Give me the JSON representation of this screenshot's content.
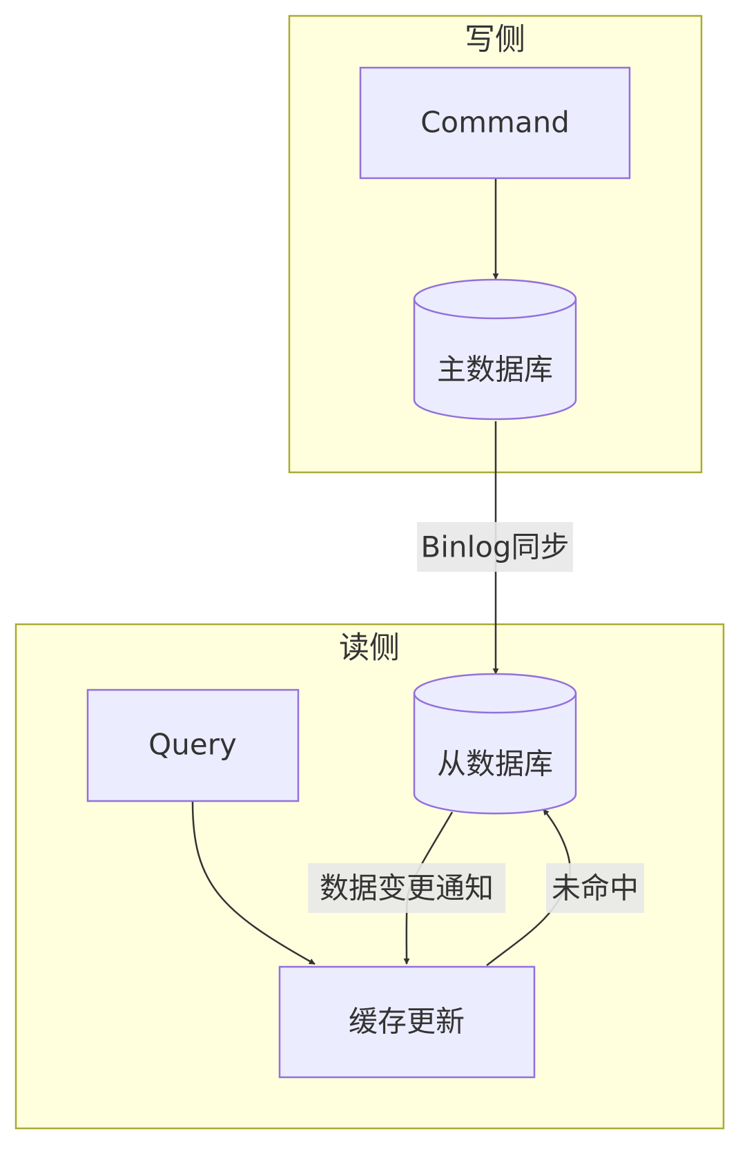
{
  "clusters": {
    "write": {
      "title": "写侧"
    },
    "read": {
      "title": "读侧"
    }
  },
  "nodes": {
    "command": {
      "label": "Command",
      "shape": "rect"
    },
    "master_db": {
      "label": "主数据库",
      "shape": "cylinder"
    },
    "query": {
      "label": "Query",
      "shape": "rect"
    },
    "slave_db": {
      "label": "从数据库",
      "shape": "cylinder"
    },
    "cache_update": {
      "label": "缓存更新",
      "shape": "rect"
    }
  },
  "edges": [
    {
      "from": "command",
      "to": "master_db",
      "label": ""
    },
    {
      "from": "master_db",
      "to": "slave_db",
      "label": "Binlog同步"
    },
    {
      "from": "query",
      "to": "cache_update",
      "label": ""
    },
    {
      "from": "slave_db",
      "to": "cache_update",
      "label": "数据变更通知"
    },
    {
      "from": "cache_update",
      "to": "slave_db",
      "label": "未命中"
    }
  ],
  "colors": {
    "cluster_fill": "#ffffde",
    "cluster_stroke": "#aaaa33",
    "node_fill": "#ececff",
    "node_stroke": "#9370db",
    "edge": "#333333",
    "edge_label_bg": "#e8e8e8",
    "text": "#333333"
  }
}
